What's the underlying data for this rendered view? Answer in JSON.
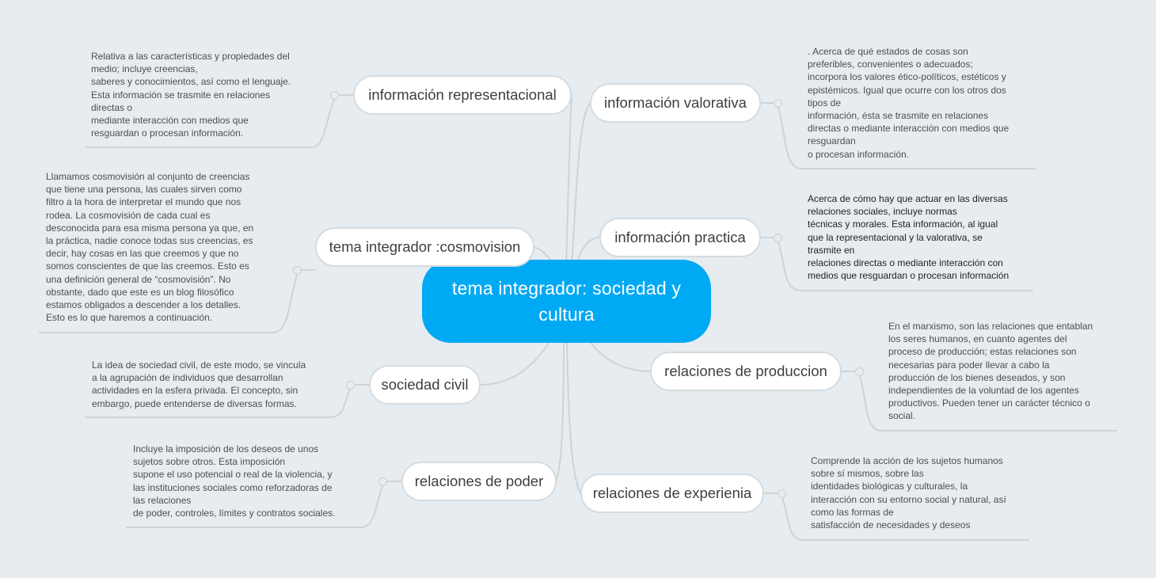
{
  "map": {
    "background": "#e6ecf0",
    "central_color": "#00a9f4",
    "central": {
      "label": "tema integrador: sociedad y cultura"
    },
    "topics": [
      {
        "id": "representacional",
        "label": "información representacional",
        "side": "left",
        "note": "Relativa a las características y propiedades del\nmedio; incluye creencias,\nsaberes y conocimientos, así como el lenguaje.\nEsta información se trasmite en relaciones\ndirectas o\nmediante interacción con medios que\nresguardan o procesan información."
      },
      {
        "id": "cosmovision",
        "label": "tema integrador :cosmovision",
        "side": "left",
        "note": "Llamamos cosmovisión al conjunto de creencias\nque tiene una persona, las cuales sirven como\nfiltro a la hora de interpretar el mundo que nos\nrodea. La cosmovisión de cada cual es\ndesconocida para esa misma persona ya que, en\nla práctica, nadie conoce todas sus creencias, es\ndecir, hay cosas en las que creemos y que no\nsomos conscientes de que las creemos. Esto es\nuna definición general de “cosmovisión”. No\nobstante, dado que este es un blog filosófico\nestamos obligados a descender a los detalles.\nEsto es lo que haremos a continuación."
      },
      {
        "id": "sociedad-civil",
        "label": "sociedad civil",
        "side": "left",
        "note": "La idea de sociedad civil, de este modo, se vincula\na la agrupación de individuos que desarrollan\nactividades en la esfera privada. El concepto, sin\nembargo, puede entenderse de diversas formas."
      },
      {
        "id": "poder",
        "label": "relaciones de poder",
        "side": "left",
        "note": "Incluye la imposición de los deseos de unos\nsujetos sobre otros. Esta imposición\nsupone el uso potencial o real de la violencia, y\nlas instituciones sociales como reforzadoras de\nlas relaciones\nde poder, controles, límites y contratos sociales."
      },
      {
        "id": "valorativa",
        "label": "información valorativa",
        "side": "right",
        "note": ". Acerca de qué estados de cosas son\npreferibles, convenientes o adecuados;\nincorpora los valores ético-políticos, estéticos y\nepistémicos. Igual que ocurre con los otros dos\ntipos de\ninformación, ésta se trasmite en relaciones\ndirectas o mediante interacción con medios que\nresguardan\no procesan información."
      },
      {
        "id": "practica",
        "label": "información practica",
        "side": "right",
        "note": "Acerca de cómo hay que actuar en las diversas\nrelaciones sociales, incluye normas\ntécnicas y morales. Esta información, al igual\nque la representacional y la valorativa, se\ntrasmite en\nrelaciones directas o mediante interacción con\nmedios que resguardan o procesan información"
      },
      {
        "id": "produccion",
        "label": "relaciones de produccion",
        "side": "right",
        "note": "En el marxismo, son las relaciones que entablan\nlos seres humanos, en cuanto agentes del\nproceso de producción; estas relaciones son\nnecesarias para poder llevar a cabo la\nproducción de los bienes deseados, y son\nindependientes de la voluntad de los agentes\nproductivos. Pueden tener un carácter técnico o\nsocial."
      },
      {
        "id": "experiencia",
        "label": "relaciones de experienia",
        "side": "right",
        "note": "Comprende la acción de los sujetos humanos\nsobre sí mismos, sobre las\nidentidades biológicas y culturales, la\ninteracción con su entorno social y natural, así\ncomo las formas de\nsatisfacción de necesidades y deseos"
      }
    ]
  }
}
